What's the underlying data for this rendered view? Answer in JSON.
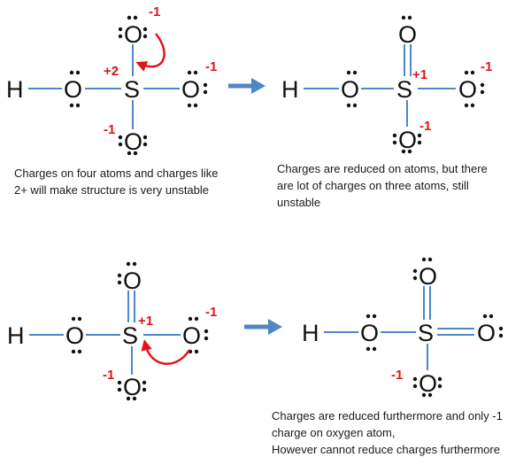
{
  "colors": {
    "bond": "#4f86c6",
    "charge": "#e0141b",
    "text": "#111111",
    "arrow": "#4f86c6",
    "curved_arrow": "#e0141b"
  },
  "structures": [
    {
      "id": "s1",
      "atoms": {
        "H": "H",
        "O1": "O",
        "S": "S",
        "O2": "O",
        "O3": "O",
        "O4": "O"
      },
      "charges": {
        "S": "+2",
        "O3": "-1",
        "O2": "-1",
        "O4": "-1"
      }
    },
    {
      "id": "s2",
      "atoms": {
        "H": "H",
        "O1": "O",
        "S": "S",
        "O2": "O",
        "O3": "O",
        "O4": "O"
      },
      "charges": {
        "S": "+1",
        "O2": "-1",
        "O4": "-1"
      }
    },
    {
      "id": "s3",
      "atoms": {
        "H": "H",
        "O1": "O",
        "S": "S",
        "O2": "O",
        "O3": "O",
        "O4": "O"
      },
      "charges": {
        "S": "+1",
        "O2": "-1",
        "O4": "-1"
      }
    },
    {
      "id": "s4",
      "atoms": {
        "H": "H",
        "O1": "O",
        "S": "S",
        "O2": "O",
        "O3": "O",
        "O4": "O"
      },
      "charges": {
        "O4": "-1"
      }
    }
  ],
  "captions": {
    "c1": "Charges on four atoms and charges like\n2+ will make structure is very unstable",
    "c2": "Charges are reduced on atoms, but there\nare lot of charges on three atoms, still\nunstable",
    "c3": "Charges are reduced furthermore and only -1\ncharge on oxygen atom,\nHowever cannot reduce charges furthermore"
  }
}
